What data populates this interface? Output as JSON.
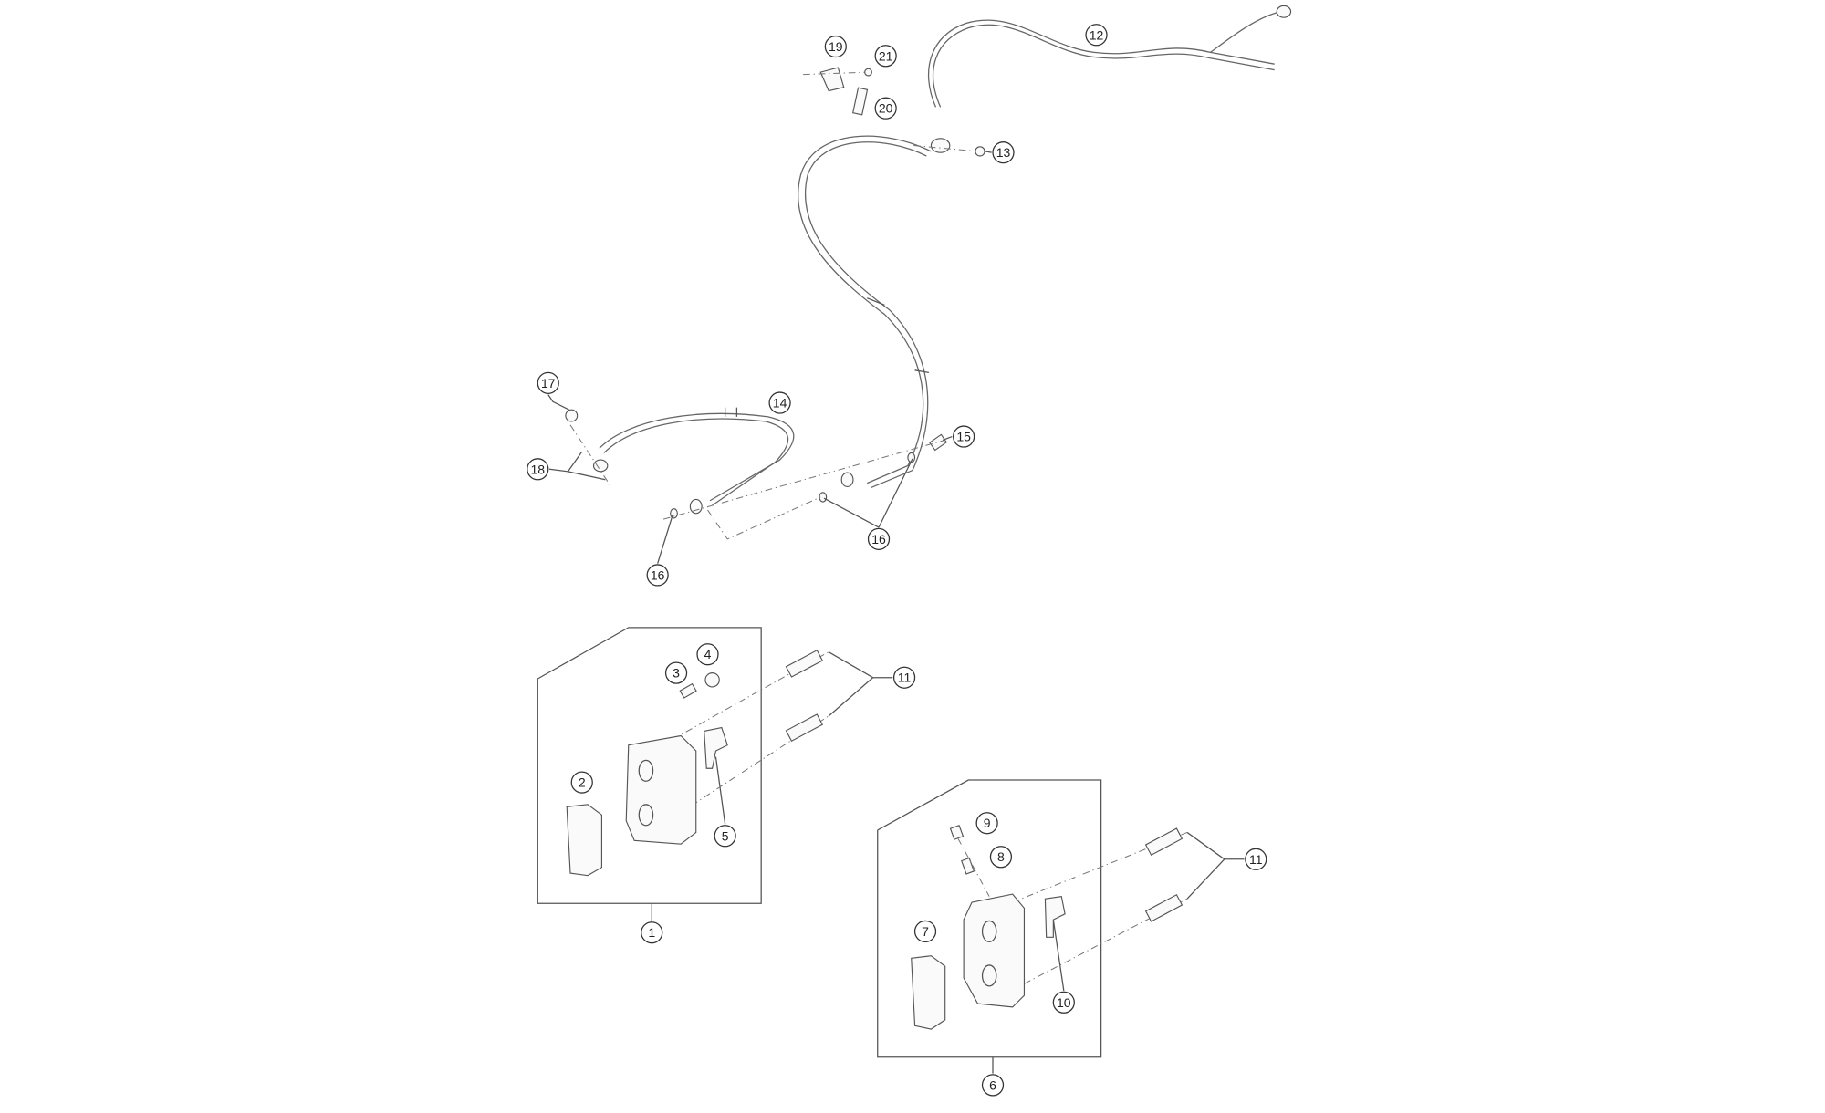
{
  "diagram": {
    "type": "exploded parts diagram - brake calipers and brake lines",
    "callouts": {
      "c1": "1",
      "c2": "2",
      "c3": "3",
      "c4": "4",
      "c5": "5",
      "c6": "6",
      "c7": "7",
      "c8": "8",
      "c9": "9",
      "c10": "10",
      "c11a": "11",
      "c11b": "11",
      "c12": "12",
      "c13": "13",
      "c14": "14",
      "c15": "15",
      "c16a": "16",
      "c16b": "16",
      "c17": "17",
      "c18": "18",
      "c19": "19",
      "c20": "20",
      "c21": "21"
    }
  }
}
